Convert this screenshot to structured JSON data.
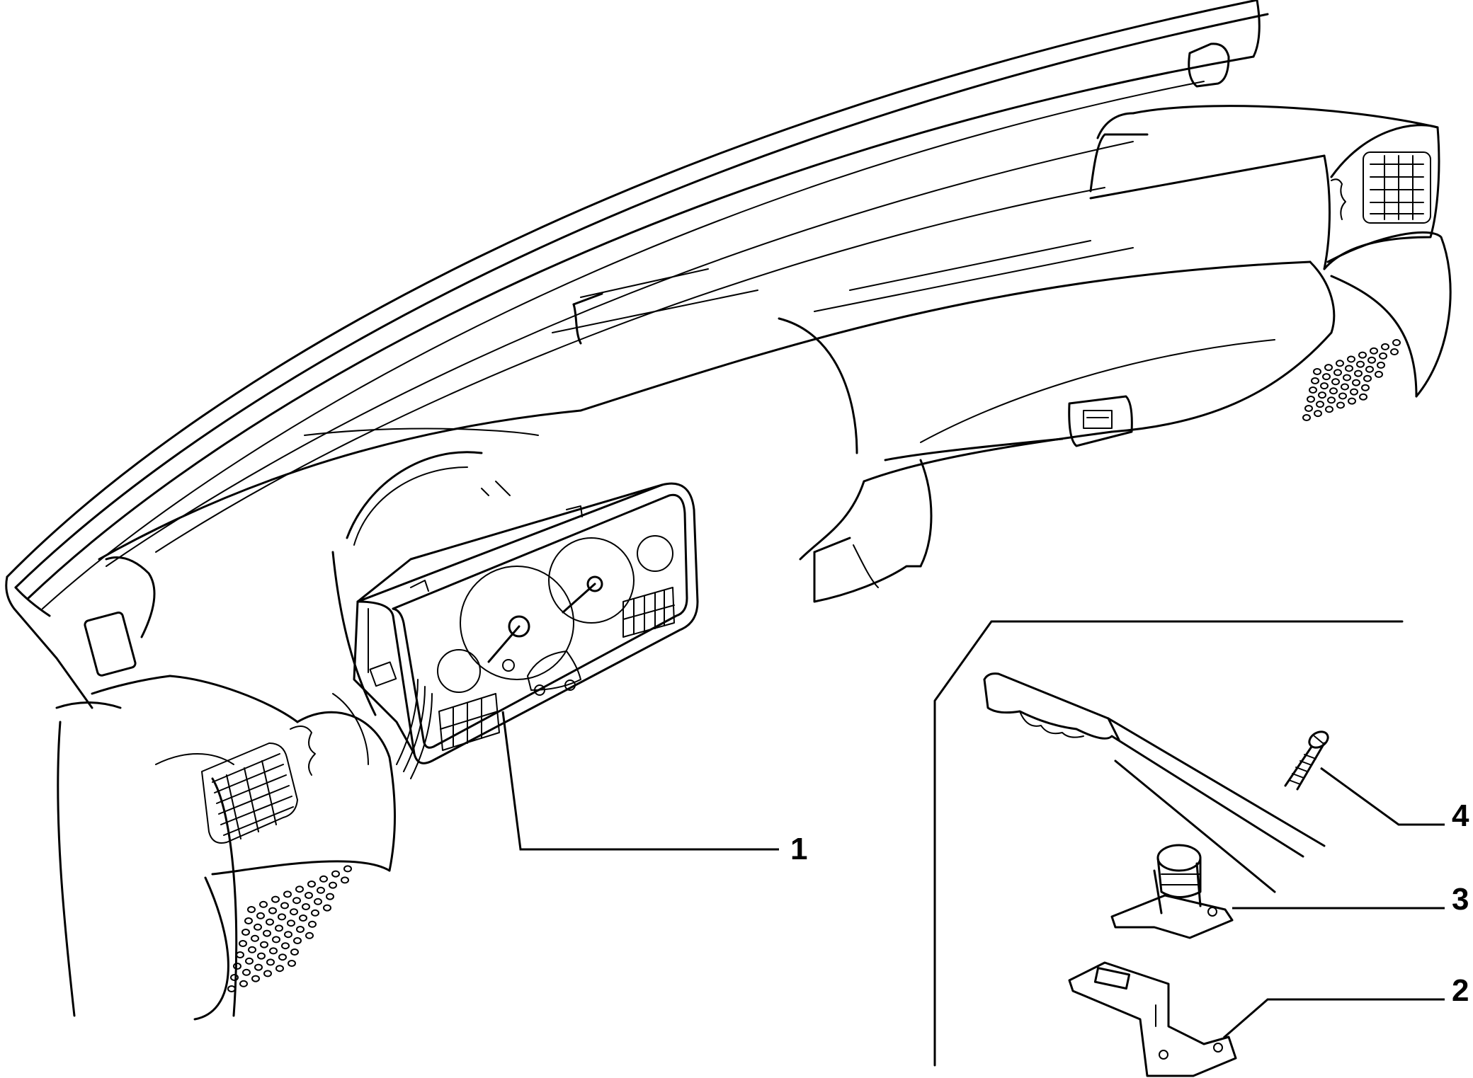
{
  "callouts": [
    {
      "id": "1",
      "part": "instrument-cluster"
    },
    {
      "id": "2",
      "part": "mounting-bracket"
    },
    {
      "id": "3",
      "part": "latch-assembly"
    },
    {
      "id": "4",
      "part": "screw"
    }
  ]
}
